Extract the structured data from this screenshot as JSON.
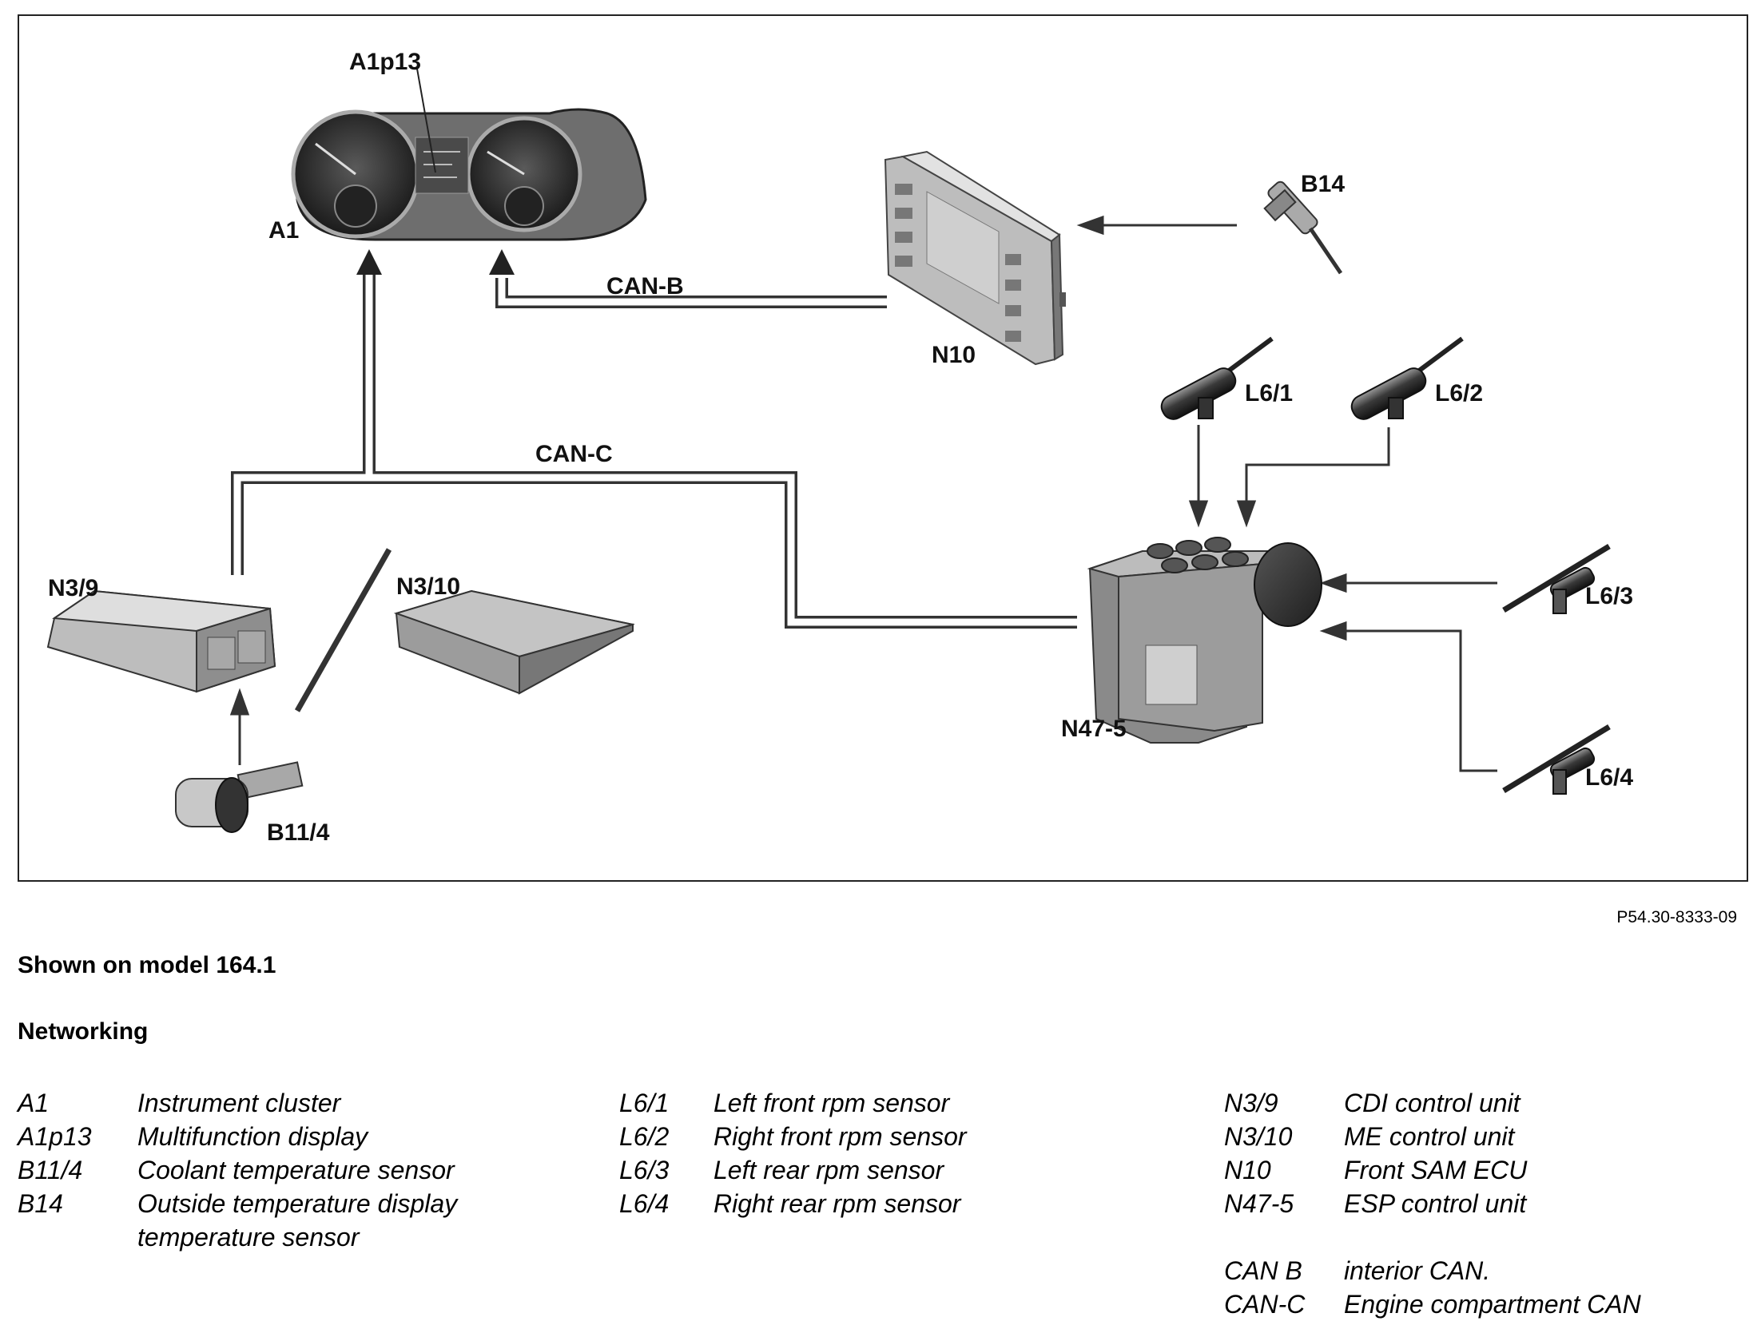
{
  "diagram": {
    "labels": {
      "a1": "A1",
      "a1p13": "A1p13",
      "n10": "N10",
      "b14": "B14",
      "can_b": "CAN-B",
      "can_c": "CAN-C",
      "l6_1": "L6/1",
      "l6_2": "L6/2",
      "l6_3": "L6/3",
      "l6_4": "L6/4",
      "n3_9": "N3/9",
      "n3_10": "N3/10",
      "n47_5": "N47-5",
      "b11_4": "B11/4"
    }
  },
  "figure_ref": "P54.30-8333-09",
  "model_note": "Shown on model 164.1",
  "section_title": "Networking",
  "legend": {
    "col1": [
      {
        "code": "A1",
        "desc": "Instrument cluster"
      },
      {
        "code": "A1p13",
        "desc": "Multifunction display"
      },
      {
        "code": "B11/4",
        "desc": "Coolant temperature sensor"
      },
      {
        "code": "B14",
        "desc": "Outside temperature display temperature sensor"
      }
    ],
    "col2": [
      {
        "code": "L6/1",
        "desc": "Left front rpm sensor"
      },
      {
        "code": "L6/2",
        "desc": "Right front rpm sensor"
      },
      {
        "code": "L6/3",
        "desc": "Left rear rpm sensor"
      },
      {
        "code": "L6/4",
        "desc": "Right rear rpm sensor"
      }
    ],
    "col3": [
      {
        "code": "N3/9",
        "desc": "CDI control unit"
      },
      {
        "code": "N3/10",
        "desc": "ME control unit"
      },
      {
        "code": "N10",
        "desc": "Front SAM ECU"
      },
      {
        "code": "N47-5",
        "desc": "ESP control unit"
      }
    ],
    "col3_can": [
      {
        "code": "CAN B",
        "desc": "interior CAN."
      },
      {
        "code": "CAN-C",
        "desc": "Engine compartment CAN"
      }
    ]
  }
}
